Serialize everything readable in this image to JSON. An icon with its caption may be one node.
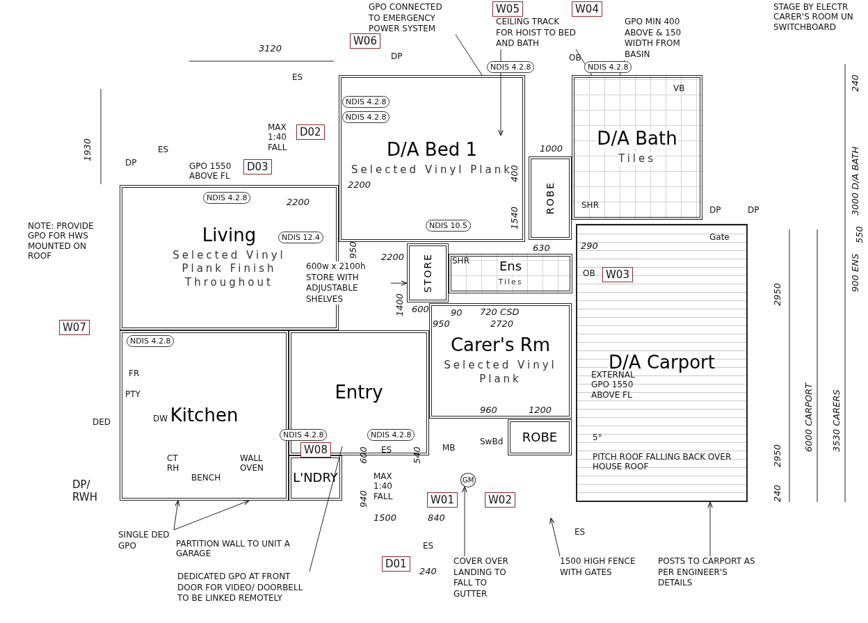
{
  "diagram": {
    "nodes": [
      {
        "text": [
          "D/A Bed 1",
          "Selected Vinyl Plank"
        ]
      },
      {
        "text": [
          "D/A Bath",
          "Tiles"
        ]
      },
      {
        "text": [
          "Living",
          "Selected Vinyl Plank Finish Throughout"
        ]
      },
      {
        "text": [
          "Kitchen"
        ]
      },
      {
        "text": [
          "Entry"
        ]
      },
      {
        "text": [
          "Ens",
          "Tiles"
        ]
      },
      {
        "text": [
          "Carer's Rm",
          "Selected Vinyl Plank"
        ]
      },
      {
        "text": [
          "D/A Carport"
        ]
      },
      {
        "text": [
          "STORE"
        ]
      },
      {
        "text": [
          "ROBE"
        ]
      },
      {
        "text": [
          "ROBE"
        ]
      },
      {
        "text": [
          "L'NDRY"
        ]
      },
      {
        "text": [
          "GPO CONNECTED TO EMERGENCY POWER SYSTEM"
        ]
      },
      {
        "text": [
          "CEILING TRACK FOR HOIST TO BED AND BATH"
        ]
      },
      {
        "text": [
          "GPO MIN 400 ABOVE & 150 WIDTH FROM BASIN"
        ]
      },
      {
        "text": [
          "SINGLE DED GPO"
        ]
      },
      {
        "text": [
          "DEDICATED GPO AT FRONT DOOR FOR VIDEO/ DOORBELL TO BE LINKED REMOTELY"
        ]
      },
      {
        "text": [
          "COVER OVER LANDING TO FALL TO GUTTER"
        ]
      },
      {
        "text": [
          "1500 HIGH FENCE WITH GATES"
        ]
      },
      {
        "text": [
          "POSTS TO CARPORT AS PER ENGINEER'S DETAILS"
        ]
      },
      {
        "text": [
          "600w x 2100h STORE WITH ADJUSTABLE SHELVES"
        ]
      },
      {
        "text": [
          "GM"
        ]
      }
    ],
    "edges": [
      {
        "from": 12,
        "to": 0,
        "arrow": "none"
      },
      {
        "from": 13,
        "to": 0,
        "arrow": "to"
      },
      {
        "from": 13,
        "to": 1,
        "arrow": "to"
      },
      {
        "from": 14,
        "to": 1,
        "arrow": "to"
      },
      {
        "from": 15,
        "to": 3,
        "arrow": "to"
      },
      {
        "from": 15,
        "to": 3,
        "arrow": "to"
      },
      {
        "from": 16,
        "to": 4,
        "arrow": "none"
      },
      {
        "from": 17,
        "to": 21,
        "arrow": "to"
      },
      {
        "from": 18,
        "to": null,
        "arrow": "to"
      },
      {
        "from": 19,
        "to": 7,
        "arrow": "to"
      },
      {
        "from": 20,
        "to": 8,
        "arrow": "to"
      }
    ],
    "labels": [
      "W06",
      "W05",
      "W04",
      "STAGE BY ELECTR CARER'S ROOM UN SWITCHBOARD",
      "3120",
      "1930",
      "DP",
      "ES",
      "MAX 1:40 FALL",
      "D02",
      "ES",
      "DP",
      "GPO 1550 ABOVE FL",
      "D03",
      "NDIS 4.2.8",
      "NDIS 4.2.8",
      "NDIS 4.2.8",
      "NDIS 4.2.8",
      "NDIS 4.2.8",
      "OB",
      "VB",
      "1000",
      "400",
      "1540",
      "630",
      "NDIS 10.5",
      "NDIS 12.4",
      "NOTE: PROVIDE GPO FOR HWS MOUNTED ON ROOF",
      "W07",
      "NDIS 4.2.8",
      "2200",
      "2200",
      "950",
      "2200",
      "1400",
      "600",
      "90",
      "720 CSD",
      "950",
      "2720",
      "DP",
      "DP",
      "Gate",
      "290",
      "OB",
      "W03",
      "EXTERNAL GPO 1550 ABOVE FL",
      "SHR",
      "SHR",
      "960",
      "1200",
      "SwBd",
      "MB",
      "FR",
      "PTY",
      "DW",
      "DED",
      "CT RH",
      "BENCH",
      "WALL OVEN",
      "NDIS 4.2.8",
      "W08",
      "NDIS 4.2.8",
      "ES",
      "MAX 1:40 FALL",
      "600",
      "940",
      "540",
      "1500",
      "840",
      "W01",
      "W02",
      "ES",
      "ES",
      "D01",
      "240",
      "5°",
      "PITCH ROOF FALLING BACK OVER HOUSE ROOF",
      "PARTITION WALL TO UNIT A GARAGE",
      "DP/ RWH",
      "2950",
      "2950",
      "240",
      "6000 CARPORT",
      "3530 CARERS",
      "900 ENS",
      "550",
      "3000 D/A BATH",
      "240"
    ]
  }
}
